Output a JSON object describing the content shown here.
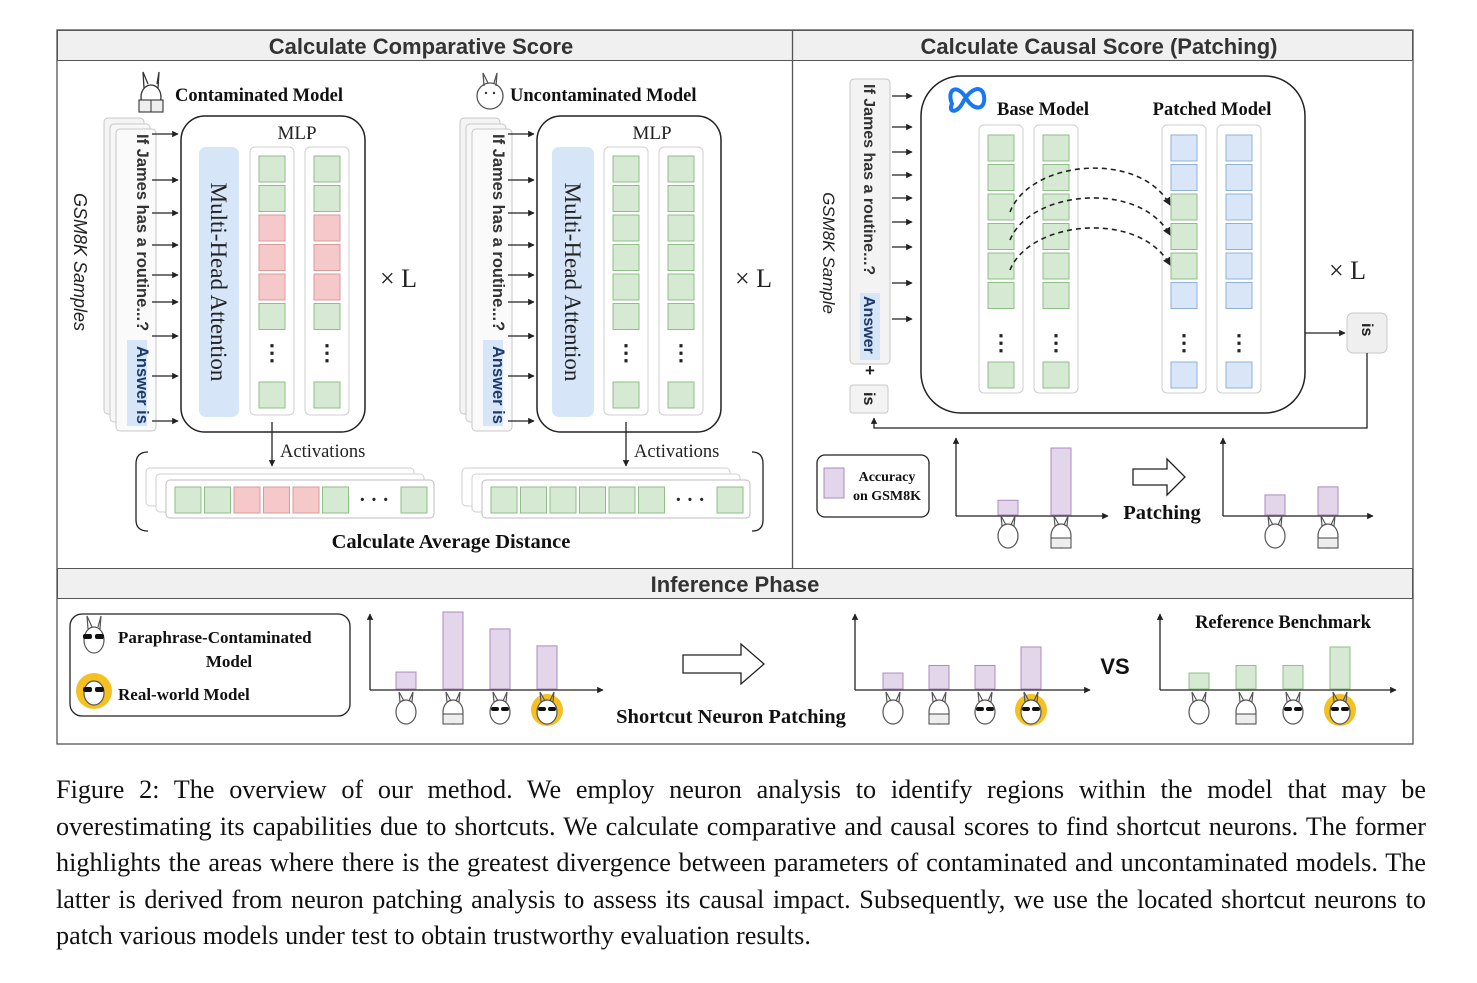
{
  "panels": {
    "comparative": "Calculate Comparative Score",
    "causal": "Calculate Causal Score (Patching)",
    "inference": "Inference Phase"
  },
  "comparative": {
    "contaminated_label": "Contaminated Model",
    "uncontaminated_label": "Uncontaminated Model",
    "samples_label": "GSM8K Samples",
    "prompt_text": "If James has a routine...?",
    "answer_text": "Answer is",
    "mlp_label": "MLP",
    "attention_label": "Multi-Head Attention",
    "times_l": "× L",
    "activations_label": "Activations",
    "avg_distance_label": "Calculate Average Distance",
    "ellipsis": "· · ·"
  },
  "causal": {
    "sample_label": "GSM8K Sample",
    "prompt_text": "If James has a routine...?",
    "answer_text": "Answer",
    "plus": "+",
    "is_token": "is",
    "base_model_label": "Base Model",
    "patched_model_label": "Patched Model",
    "times_l": "× L",
    "output_token": "is",
    "legend_label_1": "Accuracy",
    "legend_label_2": "on GSM8K",
    "patching_label": "Patching",
    "chart_before": [
      0.22,
      1.0
    ],
    "chart_after": [
      0.3,
      0.42
    ]
  },
  "inference": {
    "legend_paraphrase_1": "Paraphrase-Contaminated",
    "legend_paraphrase_2": "Model",
    "legend_realworld": "Real-world Model",
    "shortcut_label": "Shortcut Neuron Patching",
    "vs_label": "VS",
    "reference_label": "Reference Benchmark",
    "chart_before": [
      0.22,
      1.0,
      0.78,
      0.56
    ],
    "chart_after": [
      0.38,
      0.56,
      0.56,
      1.0
    ],
    "chart_reference": [
      0.38,
      0.56,
      0.56,
      1.0
    ]
  },
  "colors": {
    "green_fill": "#d6ead3",
    "green_stroke": "#8dbf86",
    "red_fill": "#f5c9c9",
    "red_stroke": "#d99a9a",
    "blue_fill": "#d8e6f7",
    "blue_stroke": "#8fb1d9",
    "purple_fill": "#e3d5ea",
    "purple_stroke": "#a98cbf",
    "header_bg": "#f0f0f0"
  },
  "caption": "Figure 2: The overview of our method. We employ neuron analysis to identify regions within the model that may be overestimating its capabilities due to shortcuts. We calculate comparative and causal scores to find shortcut neurons. The former highlights the areas where there is the greatest divergence between parameters of contaminated and uncontaminated models. The latter is derived from neuron patching analysis to assess its causal impact. Subsequently, we use the located shortcut neurons to patch various models under test to obtain trustworthy evaluation results."
}
